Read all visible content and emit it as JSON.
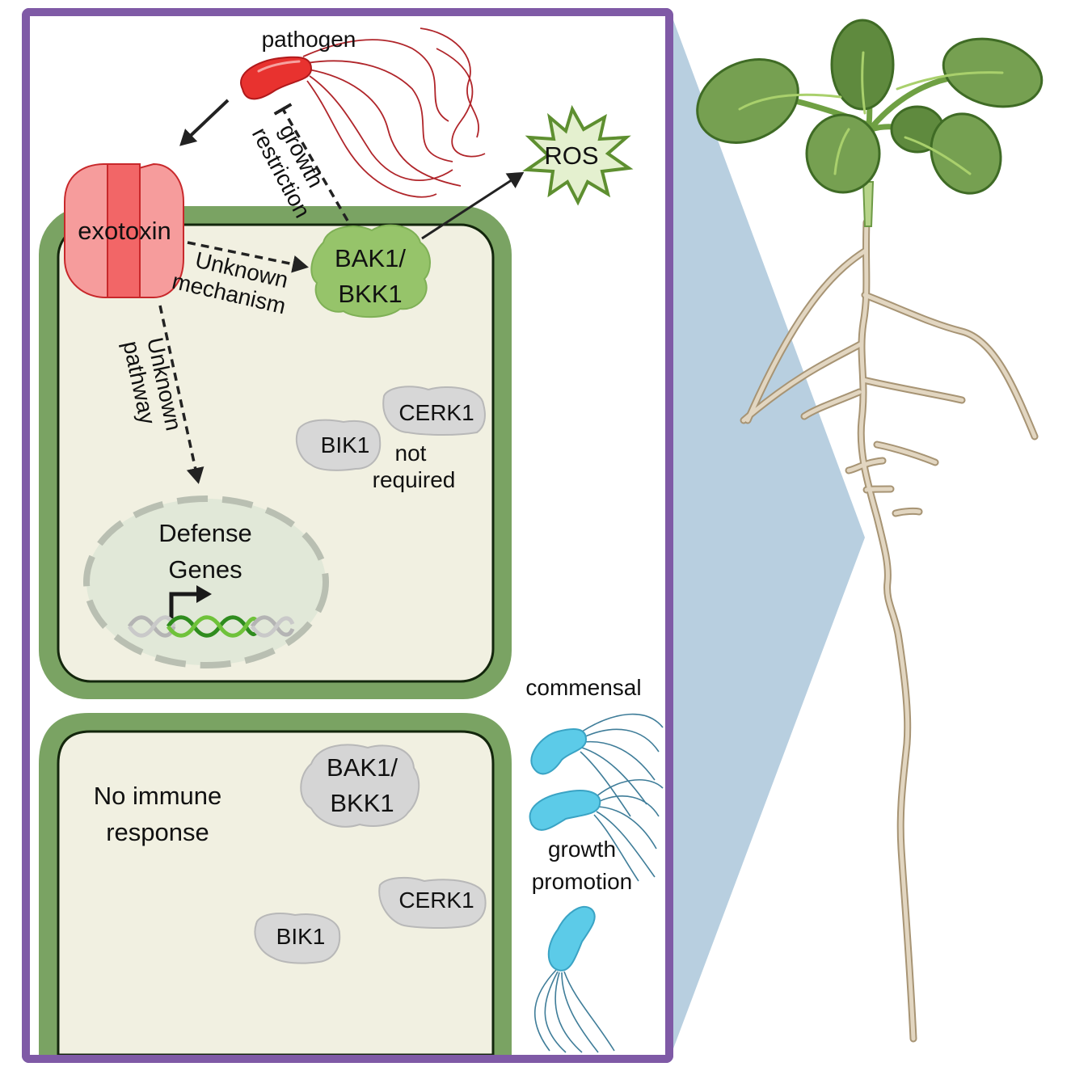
{
  "figure": {
    "type": "graphical-abstract",
    "colors": {
      "frame": "#7f5aa6",
      "cell_wall": "#7aa363",
      "cytoplasm": "#f1f0e1",
      "pathogen": "#e8322f",
      "exotoxin": "#f58a8a",
      "commensal": "#5ccbe8",
      "active_protein": "#96c46a",
      "inactive_protein": "#d5d5d5",
      "ros_fill": "#e4f0cf",
      "ros_outline": "#5e8f30",
      "zoom_wedge": "#b8cfe0",
      "root": "#dccdb5",
      "leaf": "#709a4d"
    }
  },
  "top_panel": {
    "pathogen_label": "pathogen",
    "exotoxin_label": "exotoxin",
    "growth_restriction_label": [
      "growth",
      "restriction"
    ],
    "unknown_mechanism_label": [
      "Unknown",
      "mechanism"
    ],
    "unknown_pathway_label": [
      "Unknown",
      "pathway"
    ],
    "bak1_label": [
      "BAK1/",
      "BKK1"
    ],
    "ros_label": "ROS",
    "cerk1_label": "CERK1",
    "bik1_label": "BIK1",
    "not_required_label": [
      "not",
      "required"
    ],
    "nucleus_label": [
      "Defense",
      "Genes"
    ]
  },
  "bottom_panel": {
    "no_response_label": [
      "No immune",
      "response"
    ],
    "bak1_label": [
      "BAK1/",
      "BKK1"
    ],
    "cerk1_label": "CERK1",
    "bik1_label": "BIK1",
    "commensal_label": "commensal",
    "growth_promotion_label": [
      "growth",
      "promotion"
    ]
  }
}
